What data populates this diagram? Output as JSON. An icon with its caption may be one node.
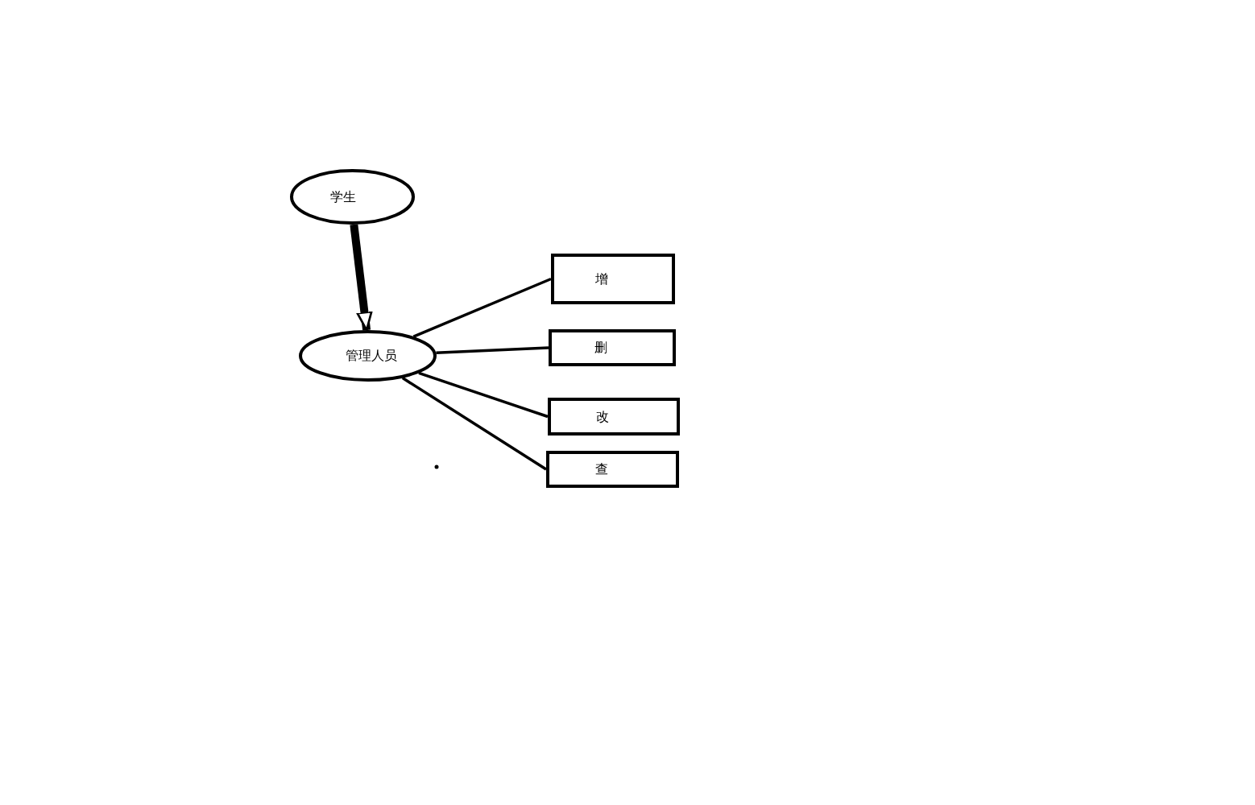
{
  "diagram": {
    "nodes": [
      {
        "text": [
          "学生"
        ]
      },
      {
        "text": [
          "管理人员"
        ]
      },
      {
        "text": [
          "增"
        ]
      },
      {
        "text": [
          "删"
        ]
      },
      {
        "text": [
          "改"
        ]
      },
      {
        "text": [
          "查"
        ]
      }
    ],
    "edges": [
      {
        "from": 0,
        "to": 1,
        "arrow": "to",
        "style": "thick"
      },
      {
        "from": 1,
        "to": 2,
        "arrow": "none"
      },
      {
        "from": 1,
        "to": 3,
        "arrow": "none"
      },
      {
        "from": 1,
        "to": 4,
        "arrow": "none"
      },
      {
        "from": 1,
        "to": 5,
        "arrow": "none"
      }
    ]
  }
}
